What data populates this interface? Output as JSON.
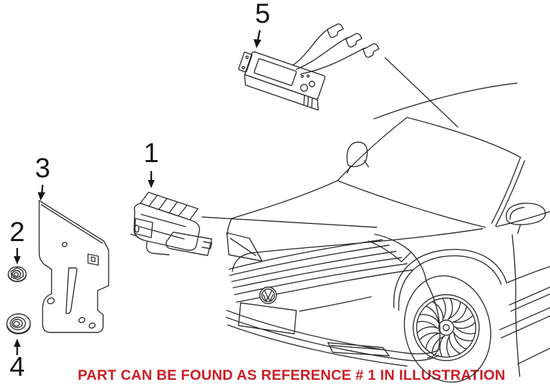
{
  "diagram": {
    "background_color": "#ffffff",
    "line_color": "#2e2a2b",
    "label_color": "#161616",
    "brand_badge_icon": "vw-logo"
  },
  "callouts": [
    {
      "ref": "1",
      "label": "1",
      "points_to": "sensor-module"
    },
    {
      "ref": "2",
      "label": "2",
      "points_to": "flange-nut-small"
    },
    {
      "ref": "3",
      "label": "3",
      "points_to": "mounting-bracket"
    },
    {
      "ref": "4",
      "label": "4",
      "points_to": "flange-nut-large"
    },
    {
      "ref": "5",
      "label": "5",
      "points_to": "control-module-with-harness"
    }
  ],
  "caption": {
    "text": "PART CAN BE FOUND AS REFERENCE # 1 IN ILLUSTRATION",
    "color": "#cb1f27"
  }
}
